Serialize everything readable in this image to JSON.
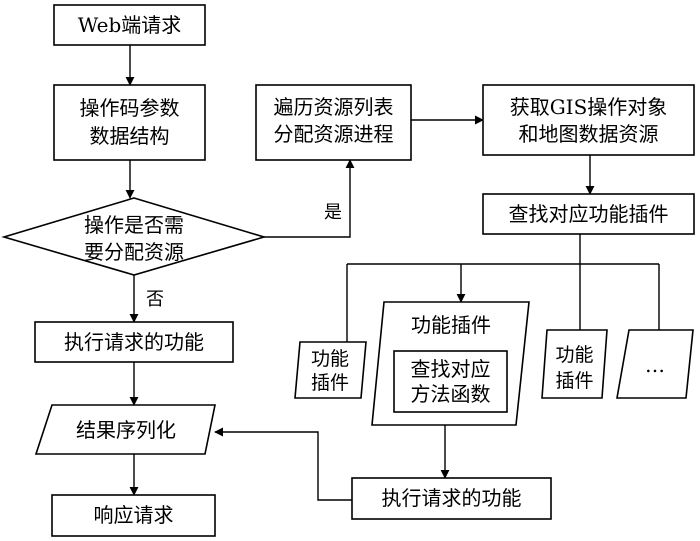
{
  "nodes": {
    "web_request": "Web端请求",
    "opcode_line1": "操作码参数",
    "opcode_line2": "数据结构",
    "decision_line1": "操作是否需",
    "decision_line2": "要分配资源",
    "traverse_line1": "遍历资源列表",
    "traverse_line2": "分配资源进程",
    "get_gis_line1": "获取GIS操作对象",
    "get_gis_line2": "和地图数据资源",
    "find_plugin": "查找对应功能插件",
    "exec_left": "执行请求的功能",
    "serialize": "结果序列化",
    "respond": "响应请求",
    "plugin_small_1_line1": "功能",
    "plugin_small_1_line2": "插件",
    "plugin_big_title": "功能插件",
    "find_method_line1": "查找对应",
    "find_method_line2": "方法函数",
    "plugin_small_2_line1": "功能",
    "plugin_small_2_line2": "插件",
    "ellipsis": "…",
    "exec_bottom": "执行请求的功能"
  },
  "edges": {
    "yes_label": "是",
    "no_label": "否"
  }
}
